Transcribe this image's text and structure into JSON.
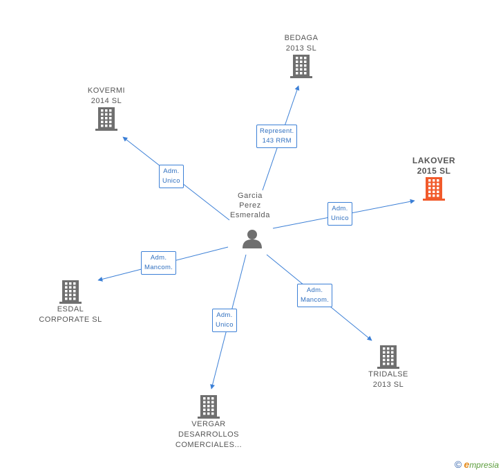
{
  "colors": {
    "edge": "#3b7fd6",
    "building": "#6f6f6f",
    "building_highlight": "#f15a2b",
    "person": "#6f6f6f"
  },
  "center": {
    "name_lines": [
      "Garcia",
      "Perez",
      "Esmeralda"
    ],
    "icon": "person-icon"
  },
  "nodes": [
    {
      "id": "bedaga",
      "lines": [
        "BEDAGA",
        "2013  SL"
      ],
      "icon": "building-icon",
      "highlight": false
    },
    {
      "id": "kovermi",
      "lines": [
        "KOVERMI",
        "2014  SL"
      ],
      "icon": "building-icon",
      "highlight": false
    },
    {
      "id": "lakover",
      "lines": [
        "LAKOVER",
        "2015  SL"
      ],
      "icon": "building-icon",
      "highlight": true
    },
    {
      "id": "esdal",
      "lines": [
        "ESDAL",
        "CORPORATE SL"
      ],
      "icon": "building-icon",
      "highlight": false
    },
    {
      "id": "tridalse",
      "lines": [
        "TRIDALSE",
        "2013  SL"
      ],
      "icon": "building-icon",
      "highlight": false
    },
    {
      "id": "vergar",
      "lines": [
        "VERGAR",
        "DESARROLLOS",
        "COMERCIALES..."
      ],
      "icon": "building-icon",
      "highlight": false
    }
  ],
  "edges": [
    {
      "to": "bedaga",
      "label_lines": [
        "Represent.",
        "143 RRM"
      ]
    },
    {
      "to": "kovermi",
      "label_lines": [
        "Adm.",
        "Unico"
      ]
    },
    {
      "to": "lakover",
      "label_lines": [
        "Adm.",
        "Unico"
      ]
    },
    {
      "to": "esdal",
      "label_lines": [
        "Adm.",
        "Mancom."
      ]
    },
    {
      "to": "tridalse",
      "label_lines": [
        "Adm.",
        "Mancom."
      ]
    },
    {
      "to": "vergar",
      "label_lines": [
        "Adm.",
        "Unico"
      ]
    }
  ],
  "footer": {
    "copyright": "©",
    "brand_initial": "e",
    "brand_rest": "mpresia"
  }
}
